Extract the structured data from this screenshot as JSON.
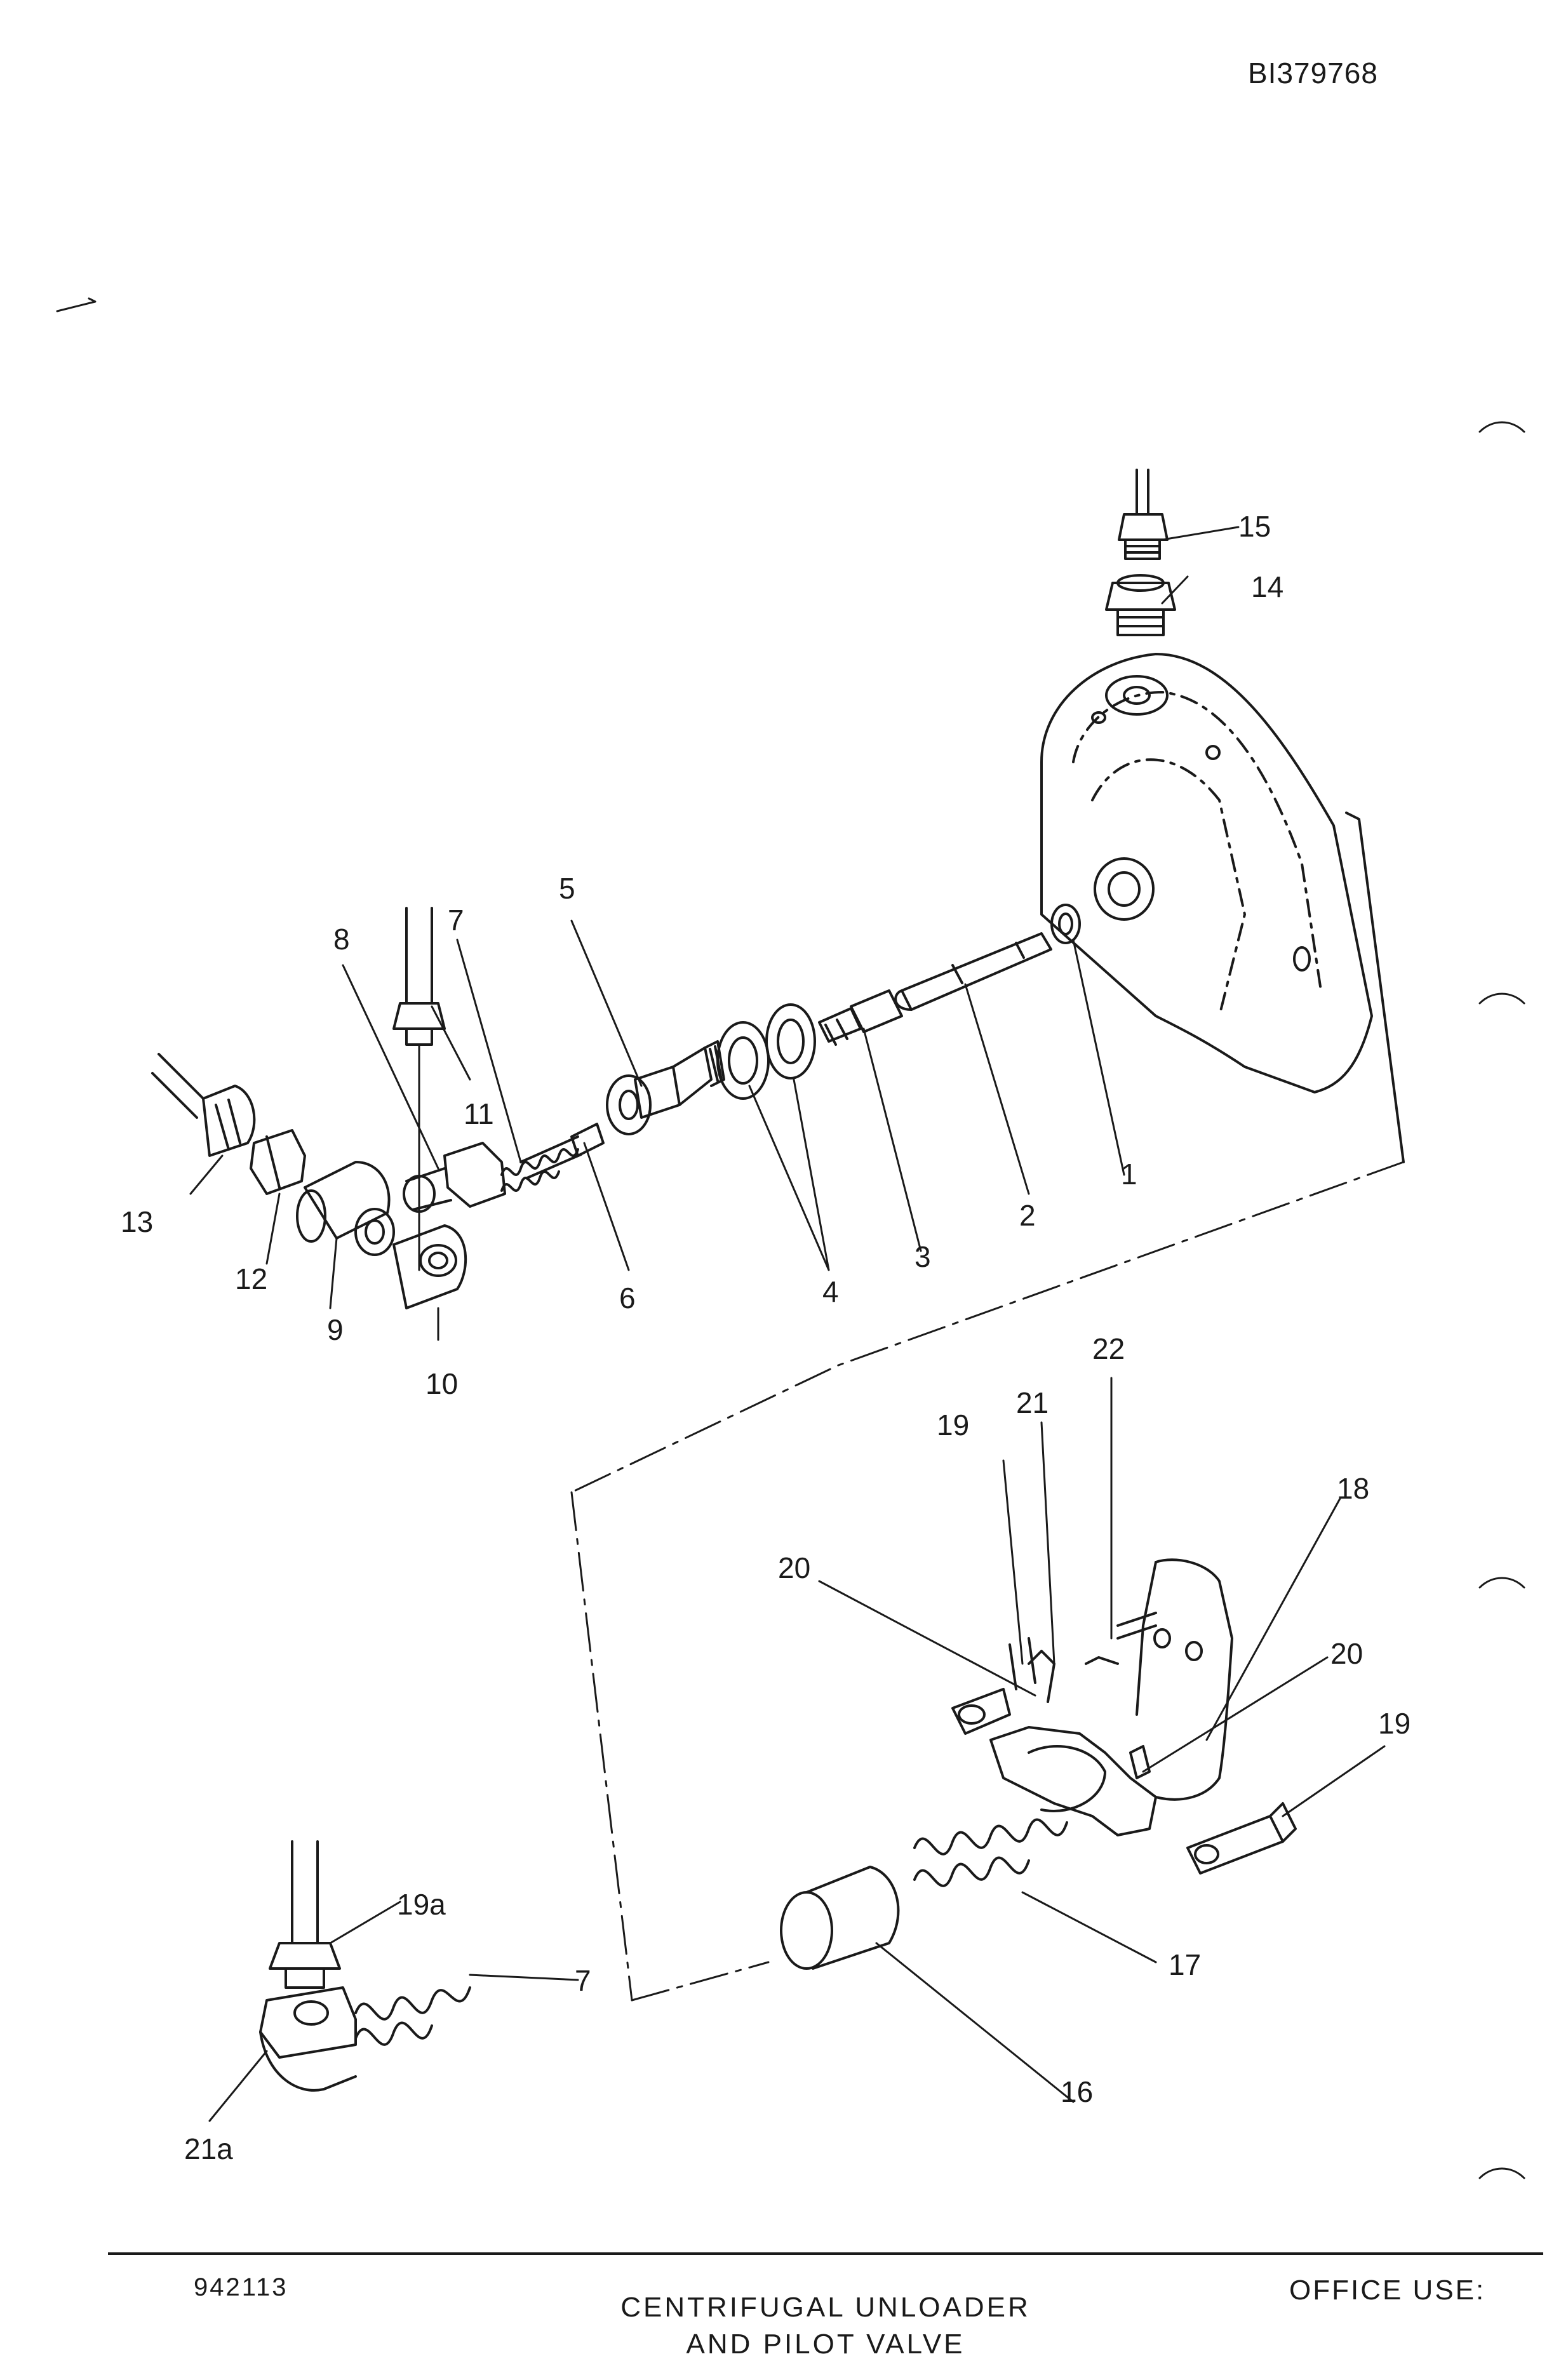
{
  "document_id": "BI379768",
  "footer": {
    "reference_number": "942113",
    "title_line_1": "CENTRIFUGAL UNLOADER",
    "title_line_2": "AND PILOT VALVE",
    "office_label": "OFFICE USE:"
  },
  "callouts": {
    "c1": "1",
    "c2": "2",
    "c3": "3",
    "c4": "4",
    "c5": "5",
    "c6": "6",
    "c7a": "7",
    "c7b": "7",
    "c8": "8",
    "c9": "9",
    "c10": "10",
    "c11": "11",
    "c12": "12",
    "c13": "13",
    "c14": "14",
    "c15": "15",
    "c16": "16",
    "c17": "17",
    "c18": "18",
    "c19a": "19",
    "c19b": "19",
    "c19sub": "19a",
    "c20a": "20",
    "c20b": "20",
    "c21": "21",
    "c21sub": "21a",
    "c22": "22"
  },
  "colors": {
    "ink": "#1a1a1a",
    "paper": "#ffffff"
  }
}
